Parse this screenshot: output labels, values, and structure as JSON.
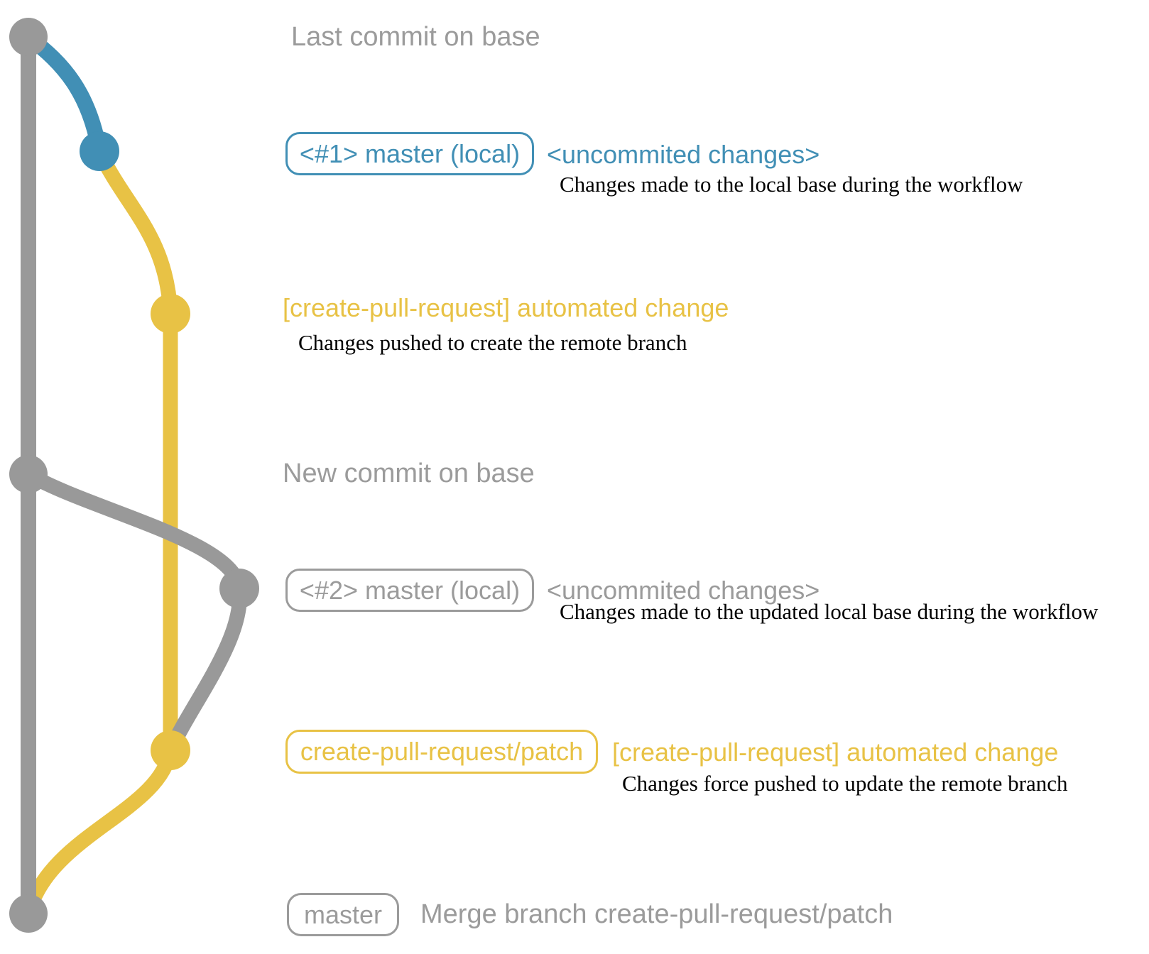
{
  "colors": {
    "graph_gray": "#999999",
    "text_gray": "#9b9b9b",
    "blue": "#418fb5",
    "yellow": "#e8c245",
    "black": "#000000"
  },
  "graph": {
    "commits": [
      {
        "id": "base-last-commit",
        "color_name": "gray"
      },
      {
        "id": "local-master-1",
        "color_name": "blue"
      },
      {
        "id": "remote-branch-1",
        "color_name": "yellow"
      },
      {
        "id": "base-new-commit",
        "color_name": "gray"
      },
      {
        "id": "local-master-2",
        "color_name": "gray"
      },
      {
        "id": "remote-branch-2",
        "color_name": "yellow"
      },
      {
        "id": "merge-commit",
        "color_name": "gray"
      }
    ]
  },
  "rows": {
    "row1_label": "Last commit on base",
    "row2_badge": "<#1> master (local)",
    "row2_annotation": "<uncommited changes>",
    "row2_note": "Changes made to the local base during the workflow",
    "row3_annotation": "[create-pull-request] automated change",
    "row3_note": "Changes pushed to create the remote branch",
    "row4_label": "New commit on base",
    "row5_badge": "<#2> master (local)",
    "row5_annotation": "<uncommited changes>",
    "row5_note": "Changes made to the updated local base during the workflow",
    "row6_badge": "create-pull-request/patch",
    "row6_annotation": "[create-pull-request] automated change",
    "row6_note": "Changes force pushed to update the remote branch",
    "row7_badge": "master",
    "row7_label": "Merge branch create-pull-request/patch"
  }
}
